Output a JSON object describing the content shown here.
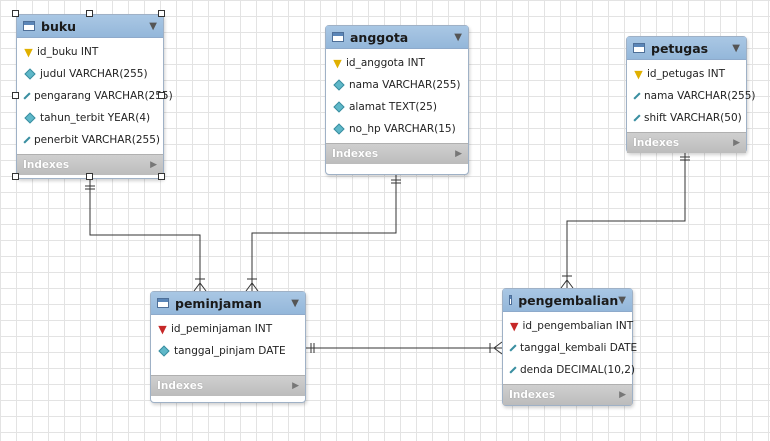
{
  "tables": {
    "buku": {
      "name": "buku",
      "columns": [
        {
          "text": "id_buku INT",
          "key": "pk"
        },
        {
          "text": "judul VARCHAR(255)",
          "key": "none"
        },
        {
          "text": "pengarang VARCHAR(255)",
          "key": "none"
        },
        {
          "text": "tahun_terbit YEAR(4)",
          "key": "none"
        },
        {
          "text": "penerbit VARCHAR(255)",
          "key": "none"
        }
      ],
      "footer": "Indexes"
    },
    "anggota": {
      "name": "anggota",
      "columns": [
        {
          "text": "id_anggota INT",
          "key": "pk"
        },
        {
          "text": "nama VARCHAR(255)",
          "key": "none"
        },
        {
          "text": "alamat TEXT(25)",
          "key": "none"
        },
        {
          "text": "no_hp VARCHAR(15)",
          "key": "none"
        }
      ],
      "footer": "Indexes"
    },
    "petugas": {
      "name": "petugas",
      "columns": [
        {
          "text": "id_petugas INT",
          "key": "pk"
        },
        {
          "text": "nama VARCHAR(255)",
          "key": "none"
        },
        {
          "text": "shift VARCHAR(50)",
          "key": "none"
        }
      ],
      "footer": "Indexes"
    },
    "peminjaman": {
      "name": "peminjaman",
      "columns": [
        {
          "text": "id_peminjaman INT",
          "key": "fk"
        },
        {
          "text": "tanggal_pinjam DATE",
          "key": "none"
        }
      ],
      "footer": "Indexes"
    },
    "pengembalian": {
      "name": "pengembalian",
      "columns": [
        {
          "text": "id_pengembalian INT",
          "key": "fk"
        },
        {
          "text": "tanggal_kembali DATE",
          "key": "none"
        },
        {
          "text": "denda DECIMAL(10,2)",
          "key": "none"
        }
      ],
      "footer": "Indexes"
    }
  },
  "relationships": [
    {
      "from": "buku",
      "to": "peminjaman",
      "from_end": "one",
      "to_end": "many"
    },
    {
      "from": "anggota",
      "to": "peminjaman",
      "from_end": "one",
      "to_end": "many"
    },
    {
      "from": "petugas",
      "to": "pengembalian",
      "from_end": "one",
      "to_end": "many"
    },
    {
      "from": "peminjaman",
      "to": "pengembalian",
      "from_end": "one",
      "to_end": "many"
    }
  ],
  "selected_table": "buku",
  "icons": {
    "primary_key": "key-icon",
    "foreign_key": "key-icon",
    "column": "diamond-icon",
    "table": "table-icon",
    "menu": "caret-down-icon",
    "expand": "caret-right-icon"
  },
  "colors": {
    "header": "#9dbfe0",
    "footer": "#c4c4c4",
    "line": "#333333",
    "column_icon": "#5fb8c9",
    "primary_key": "#e0b000",
    "foreign_key": "#c62828"
  }
}
